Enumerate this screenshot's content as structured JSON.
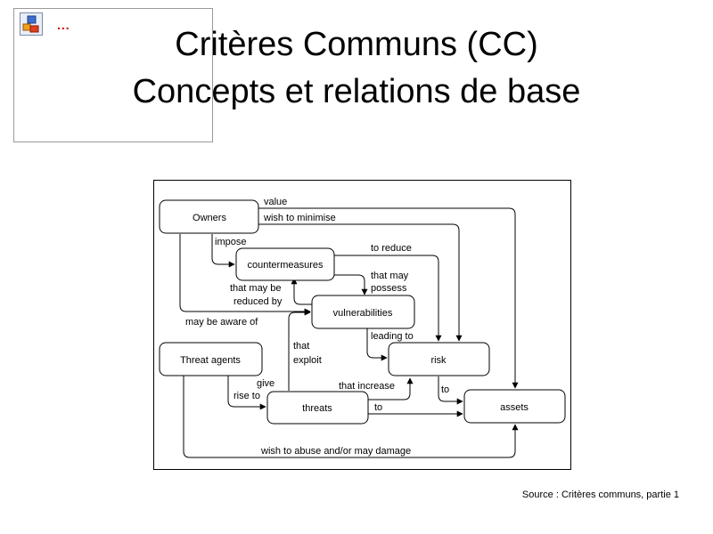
{
  "slide": {
    "title_line1": "Critères Communs (CC)",
    "title_line2": "Concepts et relations de base",
    "source": "Source : Critères communs, partie 1",
    "thumbnail_dots": "..."
  },
  "diagram": {
    "nodes": {
      "owners": "Owners",
      "countermeasures": "countermeasures",
      "vulnerabilities": "vulnerabilities",
      "threat_agents": "Threat agents",
      "risk": "risk",
      "threats": "threats",
      "assets": "assets"
    },
    "edges": {
      "value": "value",
      "wish_to_minimise": "wish to minimise",
      "impose": "impose",
      "to_reduce": "to reduce",
      "that_may_possess_1": "that may",
      "that_may_possess_2": "possess",
      "that_may_be_reduced_by_1": "that may be",
      "that_may_be_reduced_by_2": "reduced by",
      "may_be_aware_of": "may be aware of",
      "leading_to": "leading to",
      "that_exploit_1": "that",
      "that_exploit_2": "exploit",
      "give_rise_to_1": "give",
      "give_rise_to_2": "rise to",
      "that_increase": "that increase",
      "to_risk_assets": "to",
      "to_threats_assets": "to",
      "wish_to_abuse": "wish to abuse and/or may damage"
    }
  }
}
